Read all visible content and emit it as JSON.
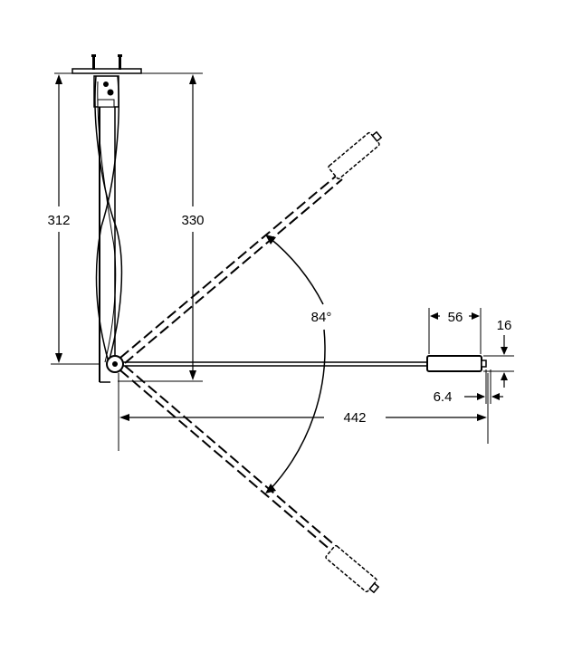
{
  "dimensions": {
    "upper_height": "312",
    "total_height": "330",
    "swing_angle": "84°",
    "float_length": "56",
    "float_diameter": "16",
    "rod_diameter": "6.4",
    "arm_length": "442"
  },
  "colors": {
    "ink": "#000000",
    "background": "#ffffff"
  }
}
